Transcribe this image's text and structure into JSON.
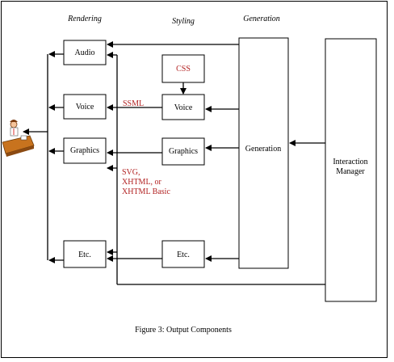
{
  "headers": {
    "rendering": "Rendering",
    "styling": "Styling",
    "generation": "Generation"
  },
  "rendering": {
    "audio": "Audio",
    "voice": "Voice",
    "graphics": "Graphics",
    "etc": "Etc."
  },
  "styling": {
    "css": "CSS",
    "voice": "Voice",
    "graphics": "Graphics",
    "etc": "Etc."
  },
  "generation_box": "Generation",
  "interaction_manager": [
    "Interaction",
    "Manager"
  ],
  "annotations": {
    "ssml": "SSML",
    "graphics_formats": [
      "SVG,",
      "XHTML, or",
      "XHTML Basic"
    ]
  },
  "caption": "Figure 3:  Output Components",
  "colors": {
    "annotation": "#b22222",
    "stroke": "#000000",
    "background": "#ffffff"
  },
  "icons": {
    "user": "person-at-desk-icon"
  }
}
